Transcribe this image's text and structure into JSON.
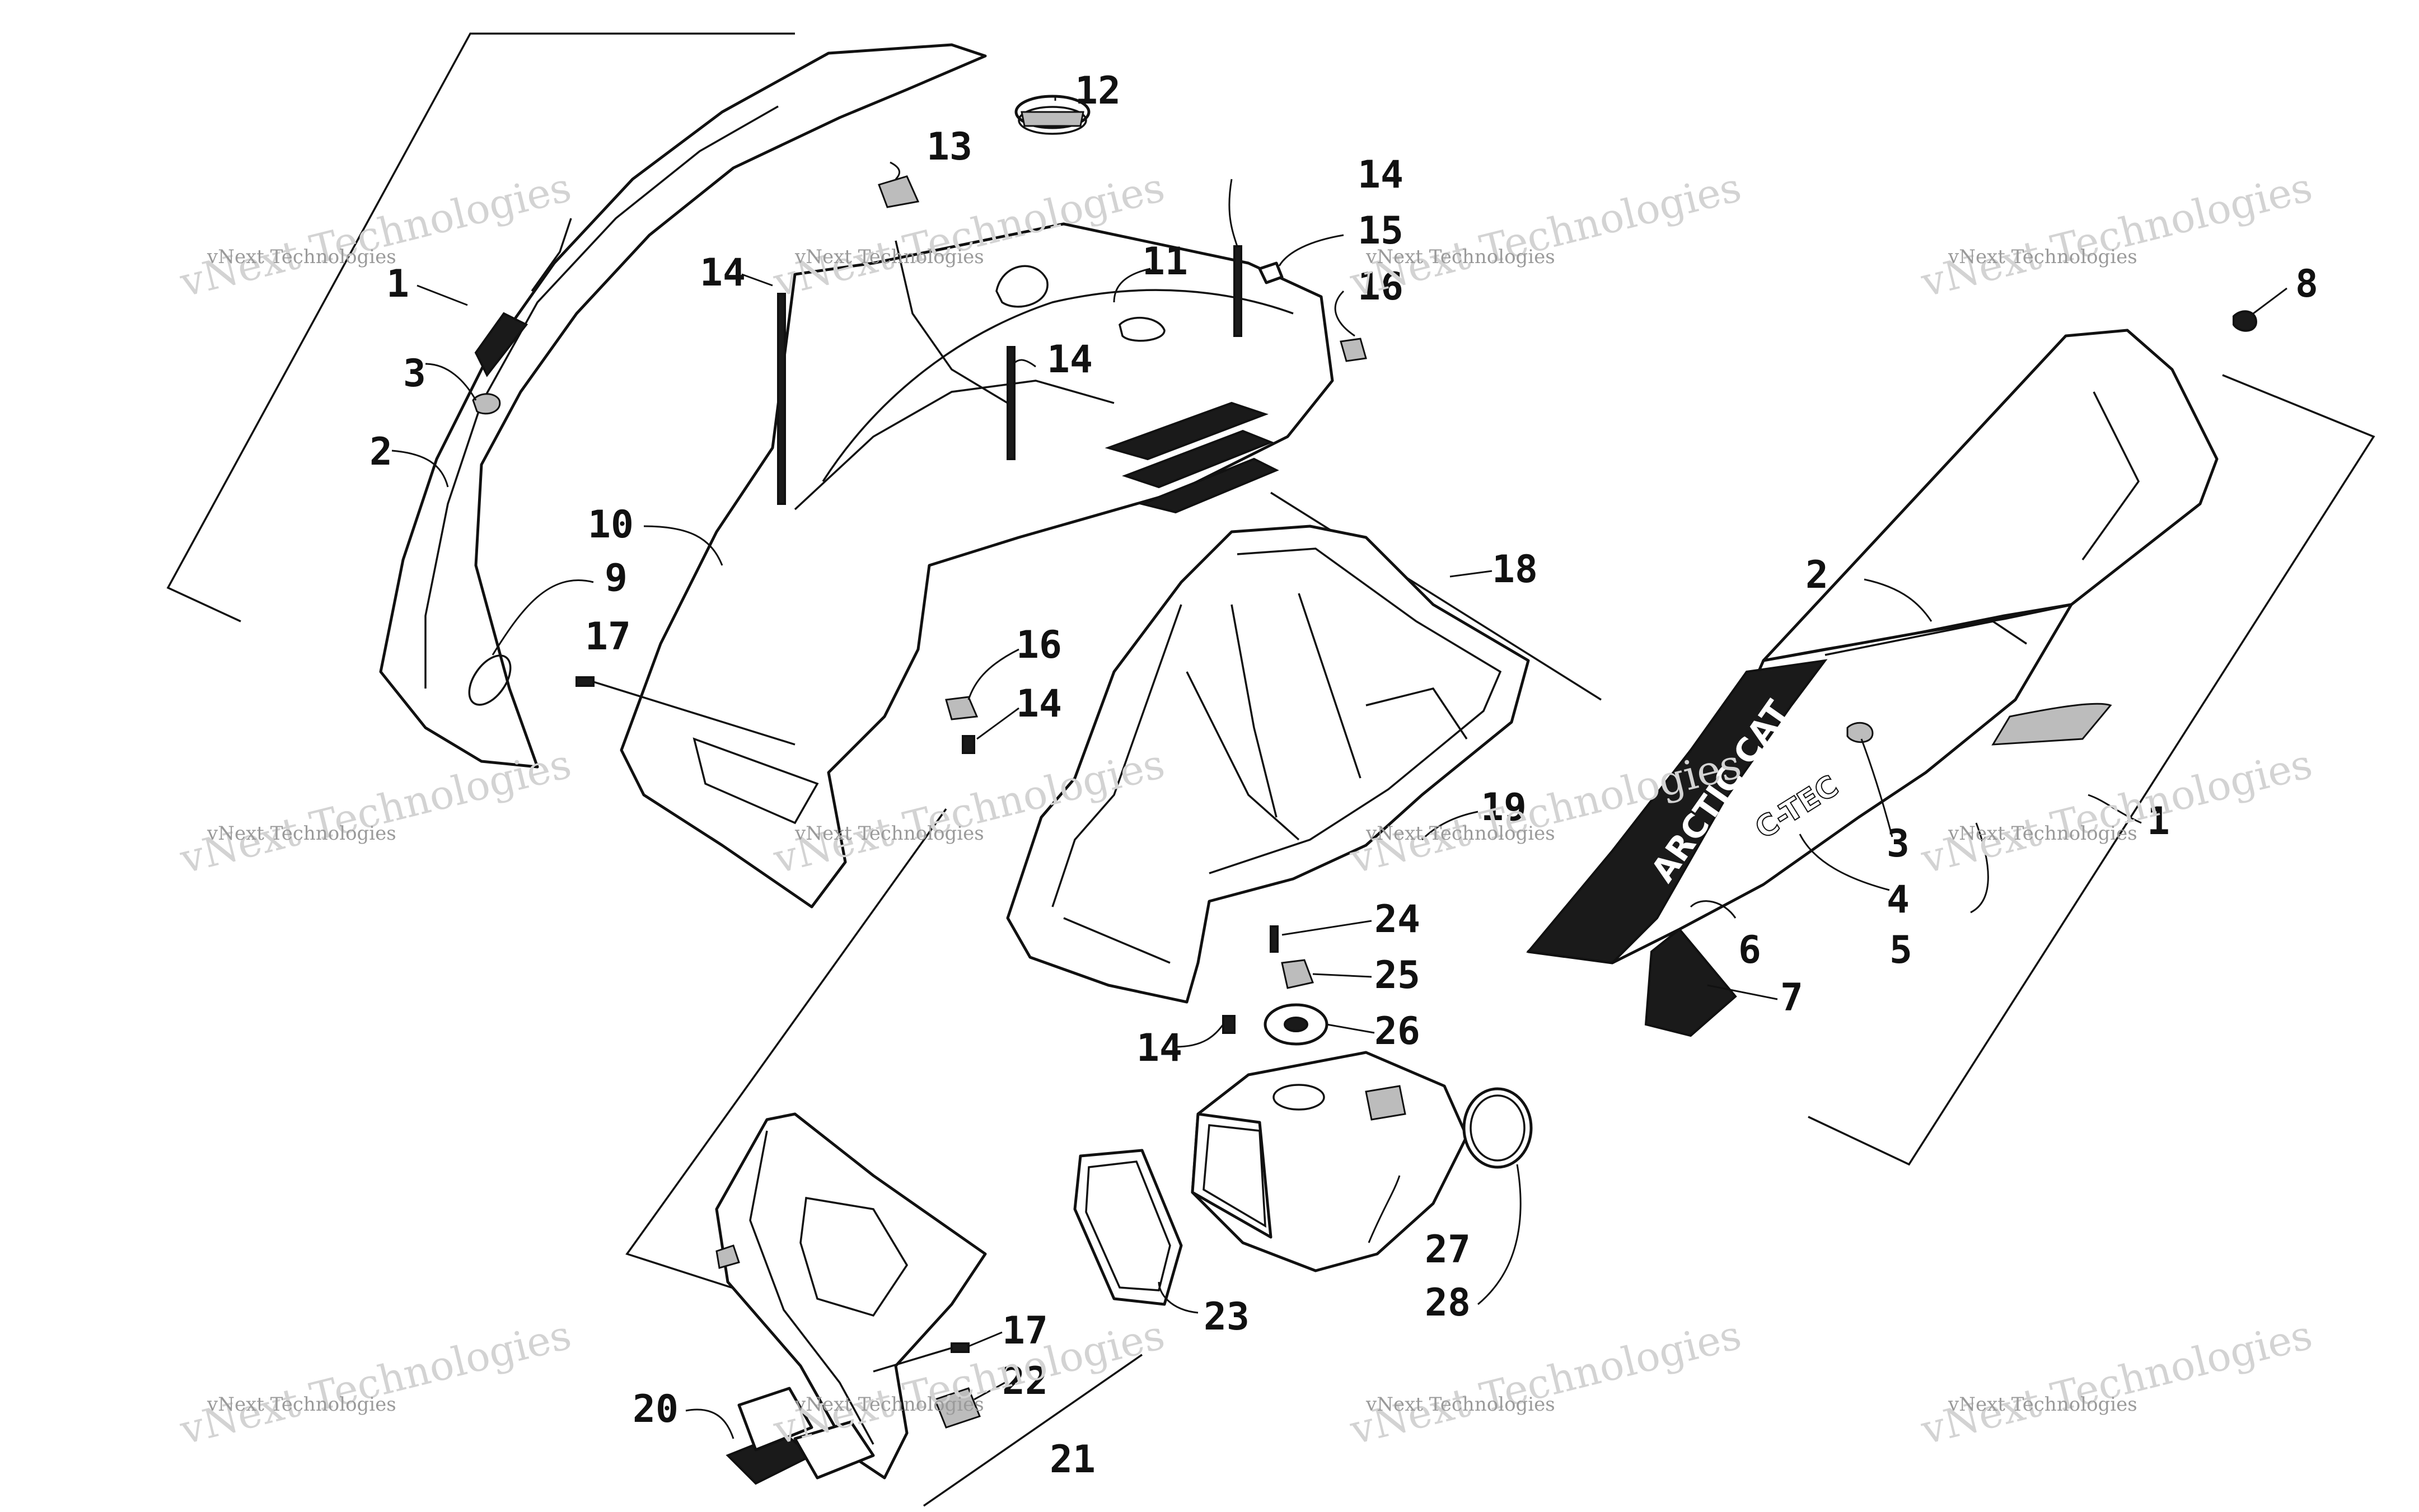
{
  "watermark": {
    "big": "vNext Technologies",
    "small": "vNext Technologies"
  },
  "decal": {
    "brand": "ARCTIC CAT",
    "model": "C-TEC"
  },
  "callouts": [
    {
      "id": "c1a",
      "label": "1"
    },
    {
      "id": "c2a",
      "label": "2"
    },
    {
      "id": "c3a",
      "label": "3"
    },
    {
      "id": "c9",
      "label": "9"
    },
    {
      "id": "c10",
      "label": "10"
    },
    {
      "id": "c17a",
      "label": "17"
    },
    {
      "id": "c12",
      "label": "12"
    },
    {
      "id": "c13",
      "label": "13"
    },
    {
      "id": "c14a",
      "label": "14"
    },
    {
      "id": "c11",
      "label": "11"
    },
    {
      "id": "c14b",
      "label": "14"
    },
    {
      "id": "c14c",
      "label": "14"
    },
    {
      "id": "c15",
      "label": "15"
    },
    {
      "id": "c16a",
      "label": "16"
    },
    {
      "id": "c8",
      "label": "8"
    },
    {
      "id": "c18",
      "label": "18"
    },
    {
      "id": "c16b",
      "label": "16"
    },
    {
      "id": "c14d",
      "label": "14"
    },
    {
      "id": "c19",
      "label": "19"
    },
    {
      "id": "c2b",
      "label": "2"
    },
    {
      "id": "c3b",
      "label": "3"
    },
    {
      "id": "c1b",
      "label": "1"
    },
    {
      "id": "c4",
      "label": "4"
    },
    {
      "id": "c5",
      "label": "5"
    },
    {
      "id": "c6",
      "label": "6"
    },
    {
      "id": "c7",
      "label": "7"
    },
    {
      "id": "c24",
      "label": "24"
    },
    {
      "id": "c25",
      "label": "25"
    },
    {
      "id": "c26",
      "label": "26"
    },
    {
      "id": "c14e",
      "label": "14"
    },
    {
      "id": "c27",
      "label": "27"
    },
    {
      "id": "c28",
      "label": "28"
    },
    {
      "id": "c23",
      "label": "23"
    },
    {
      "id": "c17b",
      "label": "17"
    },
    {
      "id": "c22",
      "label": "22"
    },
    {
      "id": "c20",
      "label": "20"
    },
    {
      "id": "c21",
      "label": "21"
    }
  ]
}
